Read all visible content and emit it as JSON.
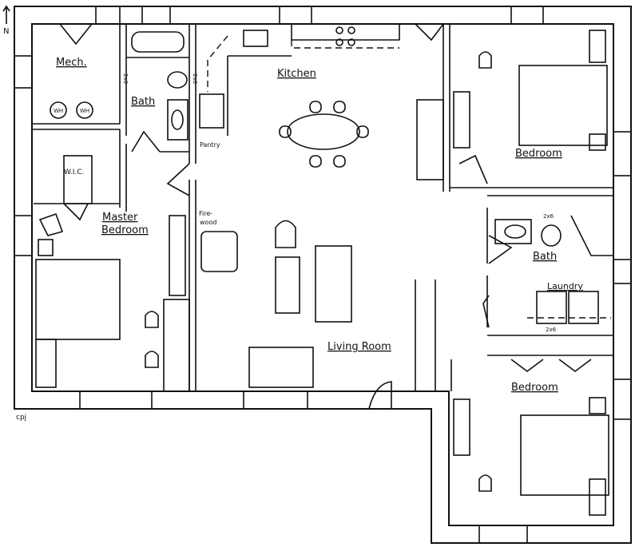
{
  "north_label": "N",
  "rooms": {
    "mech": "Mech.",
    "water_heater_1": "WH",
    "water_heater_2": "WH",
    "master_bath": "Bath",
    "kitchen": "Kitchen",
    "pantry": "Pantry",
    "wic": "W.I.C.",
    "master_bedroom_line1": "Master",
    "master_bedroom_line2": "Bedroom",
    "firewood_line1": "Fire-",
    "firewood_line2": "wood",
    "living_room": "Living Room",
    "bedroom_1": "Bedroom",
    "bath_2": "Bath",
    "laundry": "Laundry",
    "bedroom_2": "Bedroom"
  },
  "wall_notes": [
    "2x6",
    "2x6",
    "2x6",
    "2x6"
  ],
  "signature": "cpj"
}
